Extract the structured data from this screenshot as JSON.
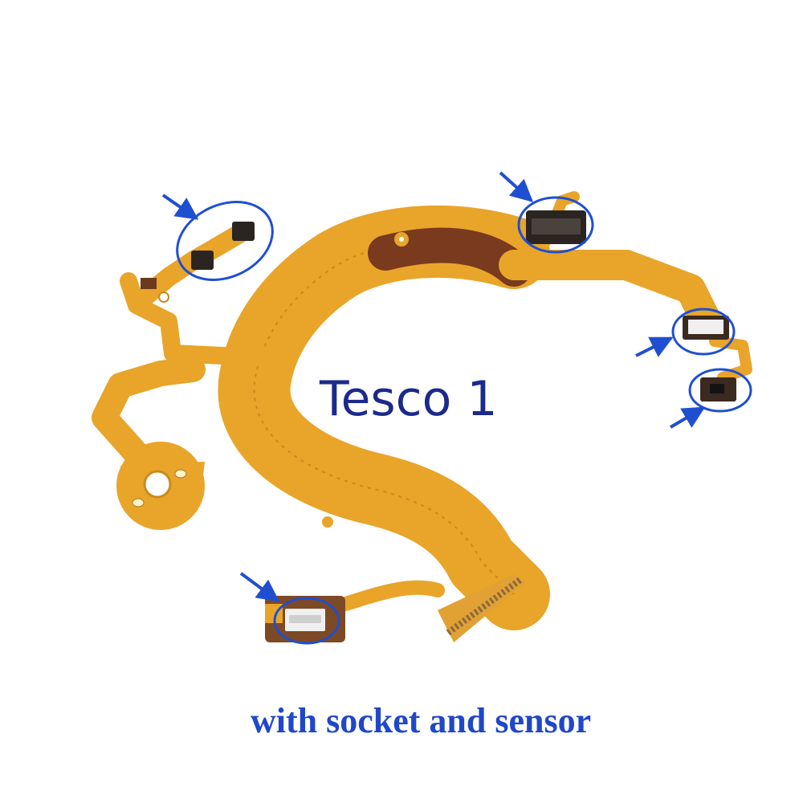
{
  "watermark": "Tesco 1",
  "caption": "with socket and sensor",
  "colors": {
    "background": "#ffffff",
    "flex_cable": "#e8a52a",
    "flex_cable_dark": "#c98a1e",
    "flex_shadow": "#6b3a1e",
    "connector": "#2b2522",
    "socket_body": "#f0f0f0",
    "highlight": "#1f4fd1",
    "watermark": "#1c2a8c",
    "caption": "#1f47c9"
  },
  "icons": [
    "arrow-icon",
    "highlight-ellipse"
  ]
}
